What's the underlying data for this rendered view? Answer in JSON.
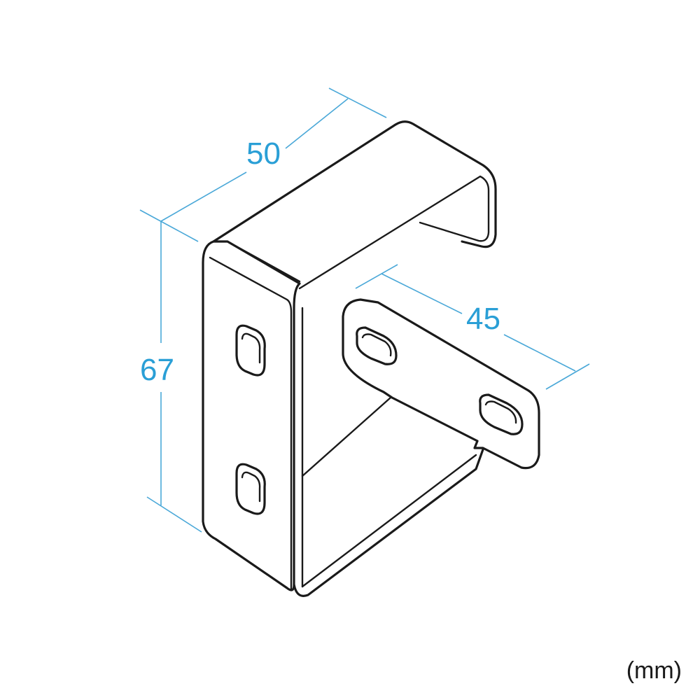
{
  "dimensions": {
    "width": "50",
    "height": "67",
    "depth": "45"
  },
  "unit": "(mm)",
  "colors": {
    "dimension": "#2a9fd6",
    "outline": "#1a1a1a",
    "background": "#ffffff"
  }
}
